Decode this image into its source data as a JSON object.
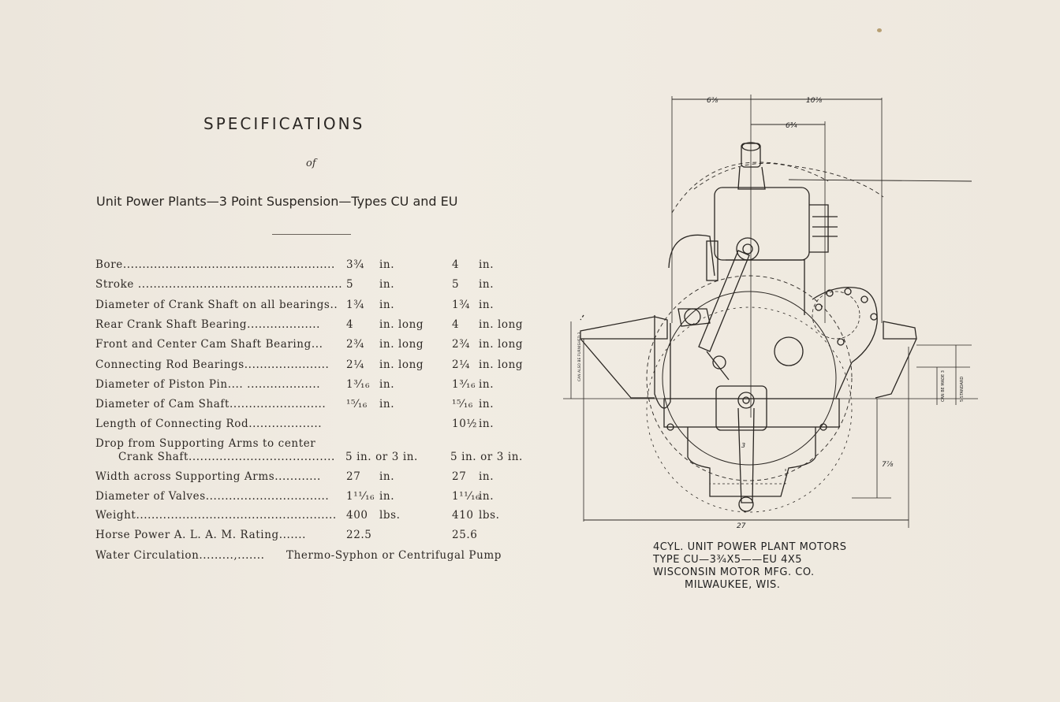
{
  "heading": {
    "title": "SPECIFICATIONS",
    "of": "of",
    "subtitle": "Unit Power Plants—3 Point Suspension—Types CU and EU"
  },
  "specs": [
    {
      "label": "Bore.......................................................",
      "v1": "3¾",
      "u1": "in.",
      "v2": "4",
      "u2": "in."
    },
    {
      "label": "Stroke .....................................................",
      "v1": "5",
      "u1": "in.",
      "v2": "5",
      "u2": "in."
    },
    {
      "label": "Diameter of Crank Shaft on all bearings..",
      "v1": "1¾",
      "u1": "in.",
      "v2": "1¾",
      "u2": "in."
    },
    {
      "label": "Rear Crank Shaft Bearing...................",
      "v1": "4",
      "u1": "in. long",
      "v2": "4",
      "u2": "in. long"
    },
    {
      "label": "Front and Center Cam Shaft Bearing...",
      "v1": "2¾",
      "u1": "in. long",
      "v2": "2¾",
      "u2": "in. long"
    },
    {
      "label": "Connecting Rod Bearings......................",
      "v1": "2¼",
      "u1": "in. long",
      "v2": "2¼",
      "u2": "in. long"
    },
    {
      "label": "Diameter of Piston Pin.... ...................",
      "v1": "1³⁄₁₆",
      "u1": "in.",
      "v2": "1³⁄₁₆",
      "u2": "in."
    },
    {
      "label": "Diameter of Cam Shaft.........................",
      "v1": "¹⁵⁄₁₆",
      "u1": "in.",
      "v2": "¹⁵⁄₁₆",
      "u2": "in."
    },
    {
      "label": "Length of Connecting Rod...................",
      "v1": "",
      "u1": "",
      "v2": "10½",
      "u2": "in."
    }
  ],
  "drop": {
    "line1": "Drop from Supporting Arms to center",
    "line2": "Crank Shaft......................................",
    "v1": "5 in. or 3 in.",
    "v2": "5 in. or 3 in."
  },
  "specs2": [
    {
      "label": "Width across Supporting Arms............",
      "v1": "27",
      "u1": "in.",
      "v2": "27",
      "u2": "in."
    },
    {
      "label": "Diameter of Valves................................",
      "v1": "1¹¹⁄₁₆",
      "u1": "in.",
      "v2": "1¹¹⁄₁₆",
      "u2": "in."
    },
    {
      "label": "Weight....................................................",
      "v1": "400",
      "u1": "lbs.",
      "v2": "410",
      "u2": "lbs."
    },
    {
      "label": "Horse Power A. L. A. M. Rating.......",
      "v1": "22.5",
      "u1": "",
      "v2": "25.6",
      "u2": ""
    }
  ],
  "water": {
    "label": "Water Circulation.........,.......",
    "value": "Thermo-Syphon or Centrifugal Pump"
  },
  "drawing": {
    "dims": {
      "top_left": "6⅞",
      "top_right": "10⅞",
      "top_mid": "6¾",
      "bottom": "27",
      "right_height": "7⅞",
      "crank": "3",
      "std": "5 STANDARD",
      "can_be": "CAN BE MADE 3",
      "side": "CAN ALSO BE FURNISHED 3"
    },
    "caption": {
      "line1": "4CYL. UNIT POWER PLANT MOTORS",
      "line2": "TYPE CU—3¾X5——EU  4X5",
      "line3": "WISCONSIN MOTOR MFG. CO.",
      "line4": "MILWAUKEE, WIS."
    }
  }
}
